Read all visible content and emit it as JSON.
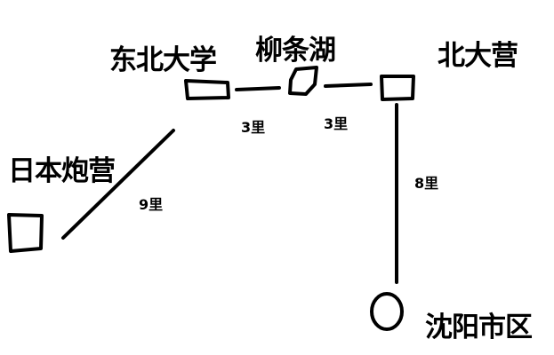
{
  "places": {
    "dongbei_university": "东北大学",
    "liutiao_lake": "柳条湖",
    "beidaying": "北大营",
    "japanese_artillery_camp": "日本炮营",
    "shenyang_city": "沈阳市区"
  },
  "distances": {
    "dongbei_to_liutiao": "3里",
    "liutiao_to_beidaying": "3里",
    "beidaying_to_shenyang": "8里",
    "artillery_to_dongbei": "9里"
  }
}
